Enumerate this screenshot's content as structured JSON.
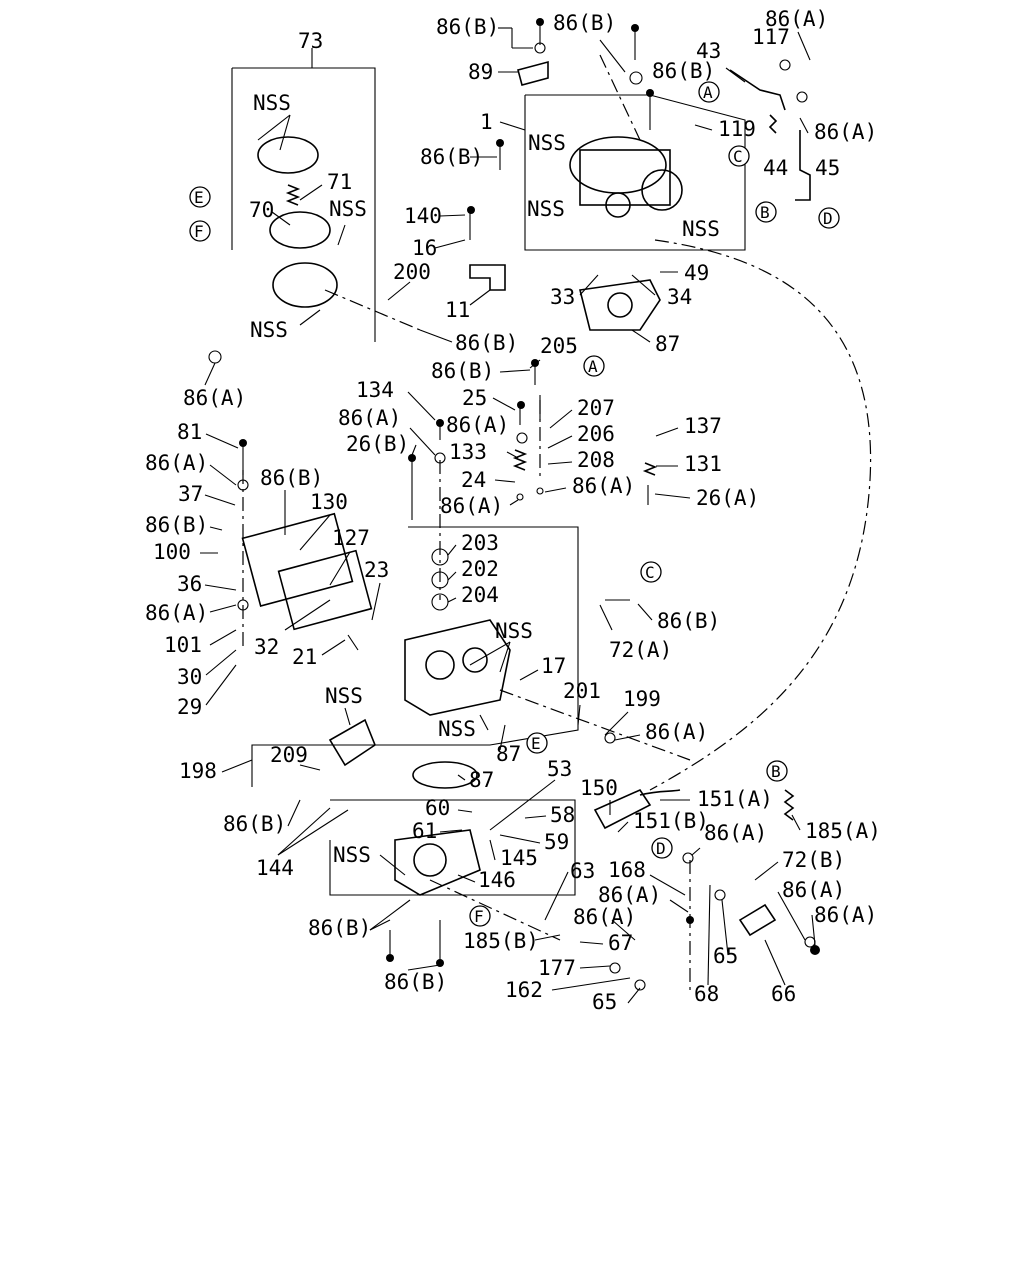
{
  "diagram": {
    "colors": {
      "ink": "#000000",
      "paper": "#ffffff"
    },
    "groups": {
      "g73": "73",
      "nss": "NSS",
      "g1": "1",
      "g198": "198",
      "g53": "53",
      "g66": "66"
    },
    "circled": {
      "A": "A",
      "B": "B",
      "C": "C",
      "D": "D",
      "E": "E",
      "F": "F"
    },
    "labels": {
      "l_86b_top1": "86(B)",
      "l_86b_top2": "86(B)",
      "l_86a_top": "86(A)",
      "l_117": "117",
      "l_43": "43",
      "l_89": "89",
      "l_86b_top3": "86(B)",
      "l_86a_right1": "86(A)",
      "l_119": "119",
      "l_44": "44",
      "l_45": "45",
      "l_1": "1",
      "l_nss_1": "NSS",
      "l_86b_left1": "86(B)",
      "l_nss_2": "NSS",
      "l_nss_3": "NSS",
      "l_140": "140",
      "l_16": "16",
      "l_49": "49",
      "l_33": "33",
      "l_34": "34",
      "l_11": "11",
      "l_87_top": "87",
      "l_73": "73",
      "l_nss_4": "NSS",
      "l_71": "71",
      "l_70": "70",
      "l_nss_5": "NSS",
      "l_200": "200",
      "l_nss_6": "NSS",
      "l_86b_mid1": "86(B)",
      "l_86a_left1": "86(A)",
      "l_205": "205",
      "l_86b_mid2": "86(B)",
      "l_25": "25",
      "l_134": "134",
      "l_207": "207",
      "l_86a_mid1": "86(A)",
      "l_86a_mid2": "86(A)",
      "l_206": "206",
      "l_137": "137",
      "l_26b": "26(B)",
      "l_133": "133",
      "l_208": "208",
      "l_131": "131",
      "l_81": "81",
      "l_24": "24",
      "l_86a_mid3": "86(A)",
      "l_86a_mid4": "86(A)",
      "l_26a": "26(A)",
      "l_86a_left2": "86(A)",
      "l_86b_left2": "86(B)",
      "l_130": "130",
      "l_37": "37",
      "l_86b_left3": "86(B)",
      "l_127": "127",
      "l_203": "203",
      "l_100": "100",
      "l_202": "202",
      "l_23": "23",
      "l_36": "36",
      "l_204": "204",
      "l_86b_right2": "86(B)",
      "l_86a_left3": "86(A)",
      "l_nss_7": "NSS",
      "l_101": "101",
      "l_32": "32",
      "l_21": "21",
      "l_72a": "72(A)",
      "l_30": "30",
      "l_17": "17",
      "l_29": "29",
      "l_nss_8": "NSS",
      "l_201": "201",
      "l_199": "199",
      "l_nss_9": "NSS",
      "l_86a_right2": "86(A)",
      "l_209": "209",
      "l_87_mid1": "87",
      "l_198": "198",
      "l_87_mid2": "87",
      "l_53": "53",
      "l_150": "150",
      "l_151a": "151(A)",
      "l_86b_left4": "86(B)",
      "l_60": "60",
      "l_58": "58",
      "l_185a": "185(A)",
      "l_61": "61",
      "l_59": "59",
      "l_151b": "151(B)",
      "l_86a_right3": "86(A)",
      "l_144": "144",
      "l_nss_10": "NSS",
      "l_145": "145",
      "l_72b": "72(B)",
      "l_146": "146",
      "l_63": "63",
      "l_168": "168",
      "l_86a_right4": "86(A)",
      "l_86a_right5": "86(A)",
      "l_86a_right6": "86(A)",
      "l_86a_right7": "86(A)",
      "l_86b_bottom1": "86(B)",
      "l_185b": "185(B)",
      "l_67": "67",
      "l_65_a": "65",
      "l_177": "177",
      "l_162": "162",
      "l_65_b": "65",
      "l_68": "68",
      "l_66": "66",
      "l_86b_bottom2": "86(B)"
    }
  }
}
